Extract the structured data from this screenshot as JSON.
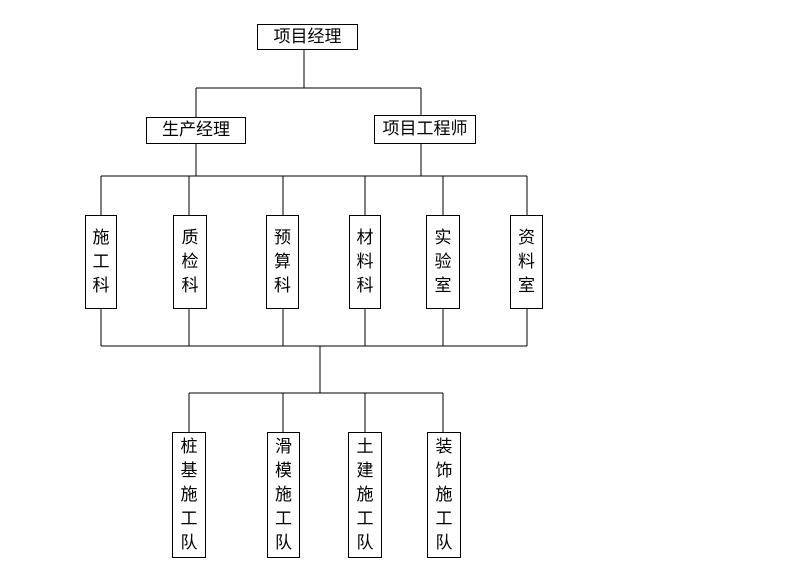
{
  "diagram": {
    "top": {
      "label": "项目经理"
    },
    "managers": [
      {
        "key": "production",
        "label": "生产经理"
      },
      {
        "key": "engineer",
        "label": "项目工程师"
      }
    ],
    "departments": [
      {
        "key": "construction",
        "label": "施工科"
      },
      {
        "key": "quality",
        "label": "质检科"
      },
      {
        "key": "budget",
        "label": "预算科"
      },
      {
        "key": "materials",
        "label": "材料科"
      },
      {
        "key": "lab",
        "label": "实验室"
      },
      {
        "key": "archive",
        "label": "资料室"
      }
    ],
    "teams": [
      {
        "key": "pile",
        "label": "桩基施工队"
      },
      {
        "key": "slipform",
        "label": "滑模施工队"
      },
      {
        "key": "civil",
        "label": "土建施工队"
      },
      {
        "key": "decoration",
        "label": "装饰施工队"
      }
    ]
  }
}
